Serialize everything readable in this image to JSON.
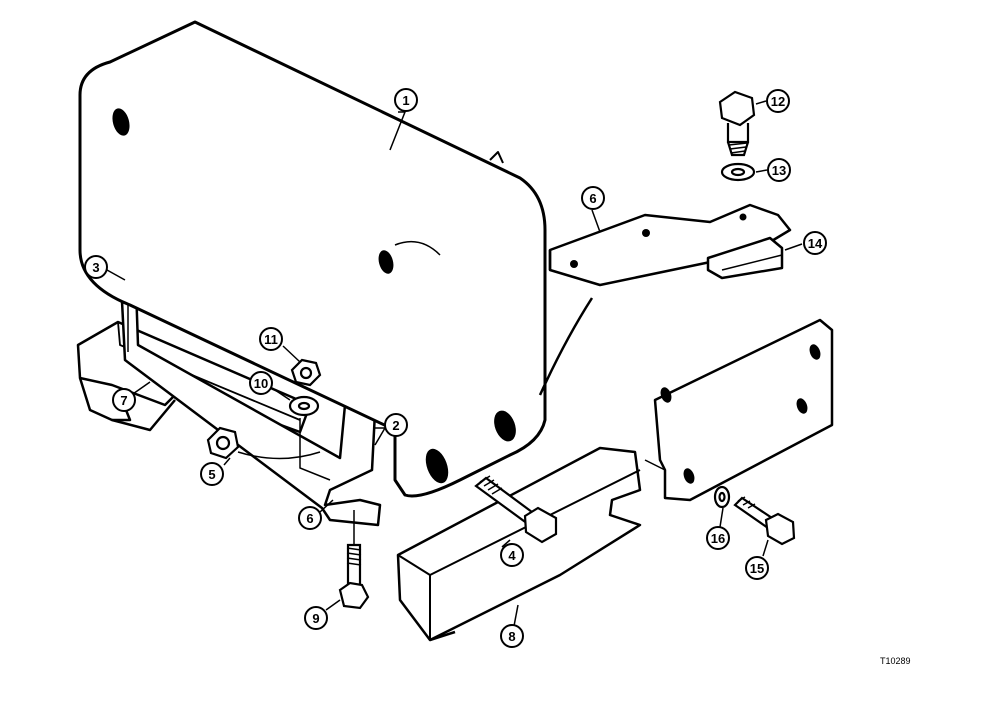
{
  "figure_id": "T10289",
  "callouts": [
    {
      "id": "c1",
      "label": "1"
    },
    {
      "id": "c2",
      "label": "2"
    },
    {
      "id": "c3",
      "label": "3"
    },
    {
      "id": "c4",
      "label": "4"
    },
    {
      "id": "c5",
      "label": "5"
    },
    {
      "id": "c6a",
      "label": "6"
    },
    {
      "id": "c6b",
      "label": "6"
    },
    {
      "id": "c7",
      "label": "7"
    },
    {
      "id": "c8",
      "label": "8"
    },
    {
      "id": "c9",
      "label": "9"
    },
    {
      "id": "c10",
      "label": "10"
    },
    {
      "id": "c11",
      "label": "11"
    },
    {
      "id": "c12",
      "label": "12"
    },
    {
      "id": "c13",
      "label": "13"
    },
    {
      "id": "c14",
      "label": "14"
    },
    {
      "id": "c15",
      "label": "15"
    },
    {
      "id": "c16",
      "label": "16"
    }
  ]
}
